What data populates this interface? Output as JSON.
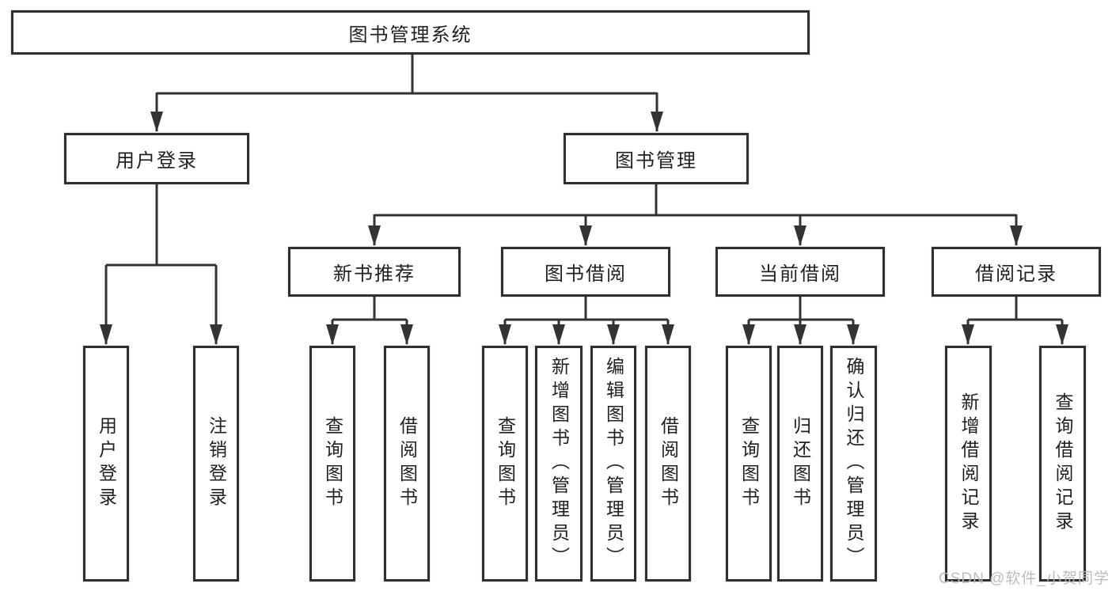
{
  "tree": {
    "root": "图书管理系统",
    "user_login": {
      "label": "用户登录",
      "children": [
        "用户登录",
        "注销登录"
      ]
    },
    "book_management": {
      "label": "图书管理",
      "sections": {
        "new_book_recommend": {
          "label": "新书推荐",
          "children": [
            "查询图书",
            "借阅图书"
          ]
        },
        "book_borrow": {
          "label": "图书借阅",
          "children": [
            "查询图书",
            "新增图书（管理员）",
            "编辑图书（管理员）",
            "借阅图书"
          ]
        },
        "current_borrow": {
          "label": "当前借阅",
          "children": [
            "查询图书",
            "归还图书",
            "确认归还（管理员）"
          ]
        },
        "borrow_records": {
          "label": "借阅记录",
          "children": [
            "新增借阅记录",
            "查询借阅记录"
          ]
        }
      }
    }
  },
  "watermark": "CSDN @软件_小贺同学",
  "colors": {
    "line": "#333333",
    "box_border": "#2f2f2f",
    "text": "#1f1f1f",
    "watermark": "#b9b9b9",
    "background": "#ffffff"
  }
}
